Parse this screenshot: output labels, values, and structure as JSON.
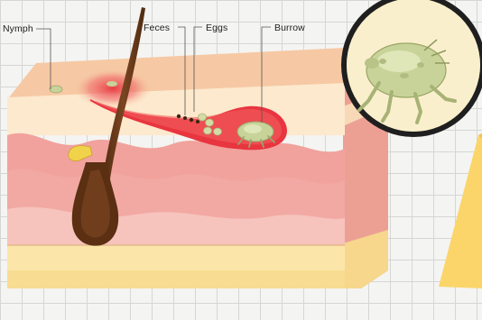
{
  "diagram": {
    "labels": {
      "nymph": "Nymph",
      "feces": "Feces",
      "eggs": "Eggs",
      "burrow": "Burrow"
    },
    "colors": {
      "background": "#f4f4f2",
      "grid": "#d6d6d4",
      "epidermis_surface": "#f6c9a4",
      "epidermis_layer": "#fde9cd",
      "dermis": "#f2a9a3",
      "hypodermis": "#fbe5a8",
      "hair": "#6b3d1e",
      "hair_bulb": "#5a2f12",
      "inflammation": "#e8353f",
      "mite": "#c8d39a",
      "magnifier_ring": "#1f1f1f",
      "magnifier_fill": "#fbf3d9",
      "note_card": "#fbd56a"
    },
    "icons": [
      "mite-icon",
      "egg-icon",
      "feces-icon",
      "hair-icon",
      "magnifier-icon"
    ]
  }
}
